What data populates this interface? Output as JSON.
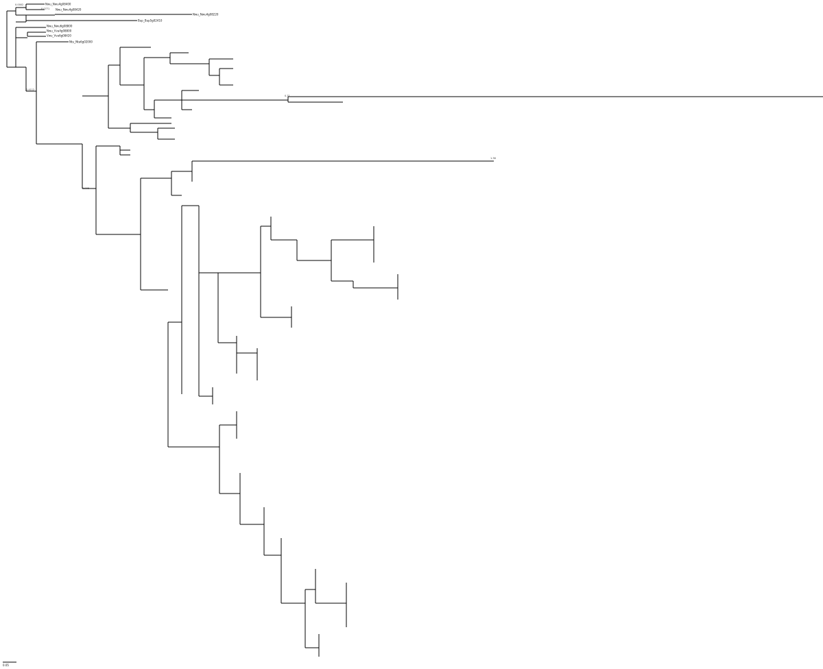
{
  "tree": {
    "leaves": [
      {
        "label": "Nwu_Nwu4g08400"
      },
      {
        "label": "Nwu_Nwu4g08420"
      },
      {
        "label": "Nwu_Nwu4g08220"
      },
      {
        "label": "Bup_Bup5g02410"
      },
      {
        "label": "Nwu_Nwu6g08800"
      },
      {
        "label": "Nwu_Vva4g08800"
      },
      {
        "label": "Vwu_Vva6g08420"
      },
      {
        "label": "Ntu_Nta6g02000"
      }
    ],
    "supports": [
      {
        "label": "0.0002"
      },
      {
        "label": "0.0771"
      },
      {
        "label": "0.4112"
      },
      {
        "label": "0.996"
      },
      {
        "label": "0.71"
      },
      {
        "label": "1.36"
      }
    ],
    "scale_bar": {
      "label": "0.05"
    }
  }
}
